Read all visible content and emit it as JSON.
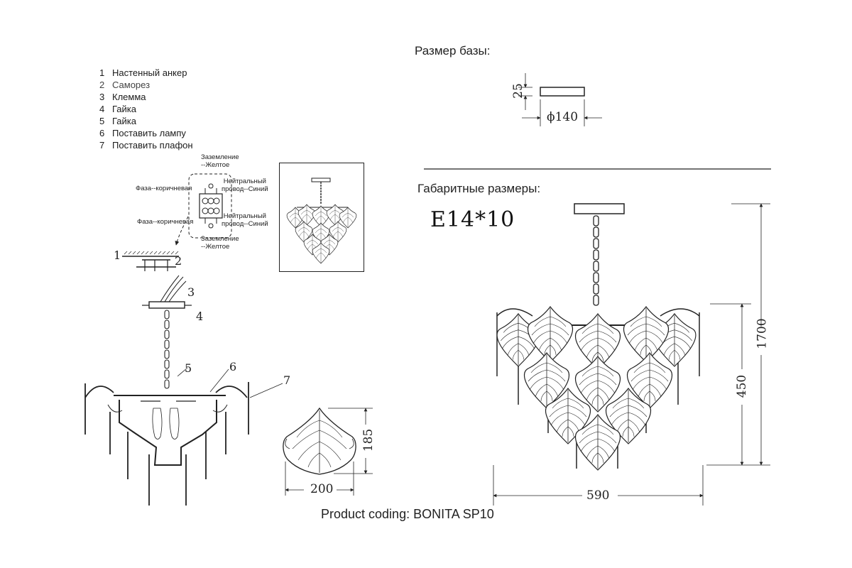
{
  "legend": {
    "items": [
      {
        "num": "1",
        "label": "Настенный анкер"
      },
      {
        "num": "2",
        "label": "Саморез"
      },
      {
        "num": "3",
        "label": "Клемма"
      },
      {
        "num": "4",
        "label": "Гайка"
      },
      {
        "num": "5",
        "label": "Гайка"
      },
      {
        "num": "6",
        "label": "Поставить лампу"
      },
      {
        "num": "7",
        "label": "Поставить плафон"
      }
    ]
  },
  "wiring": {
    "ground_top": "Заземление\n--Желтое",
    "phase_top": "Фаза--коричневая",
    "neutral_top": "Нейтральный\nпровод--Синий",
    "phase_bottom": "Фаза--коричневая",
    "neutral_bottom": "Нейтральный\nпровод--Синий",
    "ground_bottom": "Заземление\n--Желтое"
  },
  "callouts": [
    "1",
    "2",
    "3",
    "4",
    "5",
    "6",
    "7"
  ],
  "base": {
    "heading": "Размер базы:",
    "height": "25",
    "diameter": "ϕ140"
  },
  "overall": {
    "heading": "Габаритные размеры:",
    "bulb_spec": "E14*10",
    "height_max": "1700",
    "height_min": "450",
    "width": "590"
  },
  "shade": {
    "height": "185",
    "width": "200"
  },
  "product": {
    "coding": "Product coding: BONITA SP10"
  },
  "colors": {
    "line": "#222222",
    "background": "#ffffff"
  }
}
